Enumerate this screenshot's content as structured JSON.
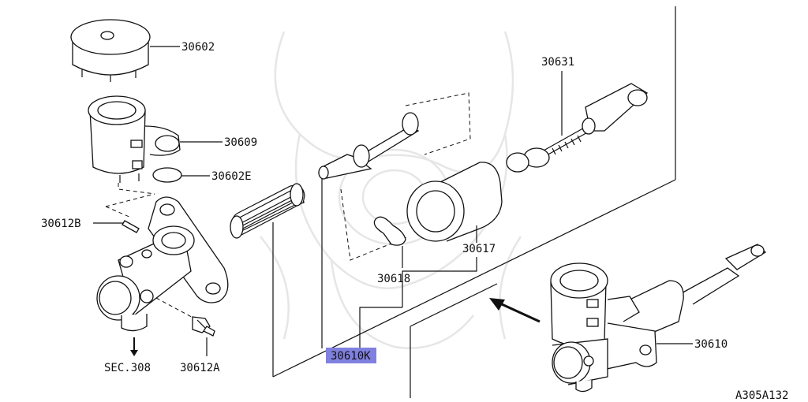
{
  "labels": {
    "p30602": "30602",
    "p30609": "30609",
    "p30602E": "30602E",
    "p30612B": "30612B",
    "p30612A": "30612A",
    "sec308": "SEC.308",
    "p30631": "30631",
    "p30617": "30617",
    "p30618": "30618",
    "p30610K": "30610K",
    "p30610": "30610",
    "ref": "A305A132"
  },
  "highlight_color": "#8080e0"
}
